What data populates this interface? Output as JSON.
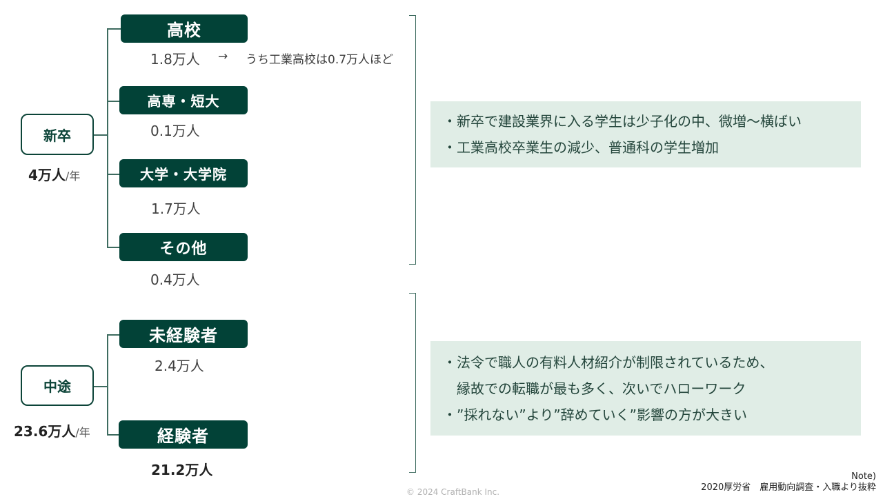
{
  "new_grad": {
    "label": "新卒",
    "total_value": "4万人",
    "total_unit": "/年",
    "branches": [
      {
        "label": "高校",
        "value": "1.8万人",
        "note_arrow": "→",
        "note": "うち工業高校は0.7万人ほど"
      },
      {
        "label": "高専・短大",
        "value": "0.1万人"
      },
      {
        "label": "大学・大学院",
        "value": "1.7万人"
      },
      {
        "label": "その他",
        "value": "0.4万人"
      }
    ],
    "notes": [
      "・新卒で建設業界に入る学生は少子化の中、微増〜横ばい",
      "・工業高校卒業生の減少、普通科の学生増加"
    ]
  },
  "mid_career": {
    "label": "中途",
    "total_value": "23.6万人",
    "total_unit": "/年",
    "branches": [
      {
        "label": "未経験者",
        "value": "2.4万人"
      },
      {
        "label": "経験者",
        "value": "21.2万人"
      }
    ],
    "notes": [
      "・法令で職人の有料人材紹介が制限されているため、",
      "　縁故での転職が最も多く、次いでハローワーク",
      "・”採れない”より”辞めていく”影響の方が大きい"
    ]
  },
  "footer": {
    "copyright": "© 2024 CraftBank Inc.",
    "note_label": "Note)",
    "source": "2020厚労省　雇用動向調査・入職より抜粋"
  },
  "colors": {
    "node_fill": "#024237",
    "connector": "#3d6b5f",
    "note_bg": "#e0ede6"
  }
}
